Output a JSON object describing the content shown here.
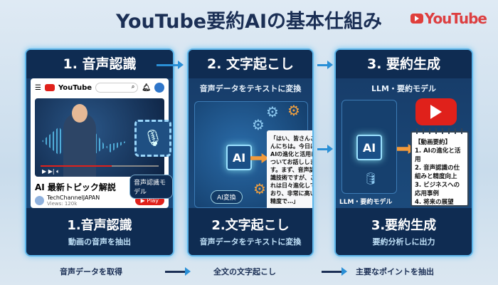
{
  "title": "YouTube要約AIの基本仕組み",
  "corner_logo": "YouTube",
  "steps": [
    {
      "header": "1. 音声認識",
      "footer_title": "1.音声認識",
      "footer_sub": "動画の音声を抽出",
      "youtube": {
        "brand": "YouTube",
        "video_title": "AI 最新トピック解説",
        "channel": "TechChannelJAPAN",
        "views": "Views: 120k",
        "play": "Play"
      },
      "model_label": "音声認識モデル"
    },
    {
      "header": "2. 文字起こし",
      "subtitle": "音声データをテキストに変換",
      "ai": "AI",
      "ai_button": "AI変換",
      "transcript": "「はい、皆さんこんにちは。今日はAIの進化と活用についてお話しします。まず、音声認識技術ですが、これは日々進化しており、非常に高い精度で…」",
      "footer_title": "2.文字起こし",
      "footer_sub": "音声データをテキストに変換"
    },
    {
      "header": "3. 要約生成",
      "subtitle": "LLM・要約モデル",
      "ai": "AI",
      "model_label": "LLM・要約モデル",
      "summary_title": "【動画要約】",
      "summary_items": [
        "1. AIの進化と活用",
        "2. 音声認識の仕組みと精度向上",
        "3. ビジネスへの応用事例",
        "4. 将来の展望"
      ],
      "footer_title": "3.要約生成",
      "footer_sub": "要約分析しに出力"
    }
  ],
  "bottom_flow": [
    "音声データを取得",
    "全文の文字起こし",
    "主要なポイントを抽出"
  ],
  "colors": {
    "title": "#1b2f55",
    "panel": "#163a66",
    "accent": "#5fb6ea",
    "youtube_red": "#e0211b",
    "orange": "#f39a3a"
  }
}
